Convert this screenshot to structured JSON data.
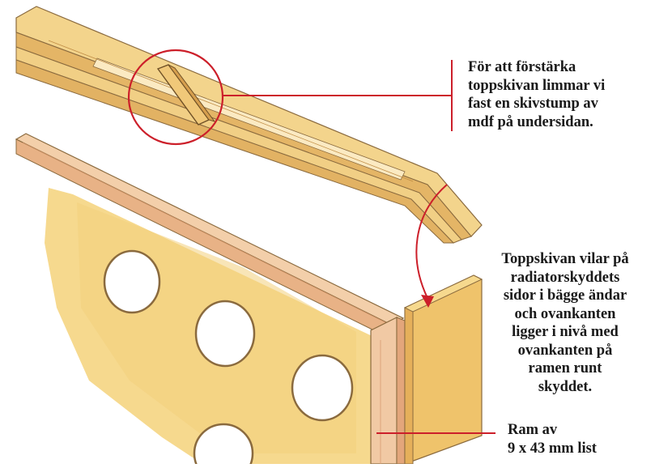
{
  "callouts": {
    "top": {
      "lines": [
        "För att förstärka",
        "toppskivan limmar vi",
        "fast en skivstump av",
        "mdf på undersidan."
      ]
    },
    "right": {
      "lines": [
        "Toppskivan vilar på",
        "radiatorskyddets",
        "sidor i bägge ändar",
        "och ovankanten",
        "ligger i nivå med",
        "ovankanten på",
        "ramen runt",
        "skyddet."
      ]
    },
    "bottom": {
      "lines": [
        "Ram av",
        "9 x 43 mm list"
      ]
    }
  },
  "colors": {
    "wood_light": "#f6d98e",
    "wood_mid": "#efc36b",
    "wood_dark": "#d7a24f",
    "frame_pink": "#f1c9a4",
    "frame_edge": "#e3a67b",
    "leader_red": "#cc1f2a",
    "outline": "#7a5a2a"
  }
}
